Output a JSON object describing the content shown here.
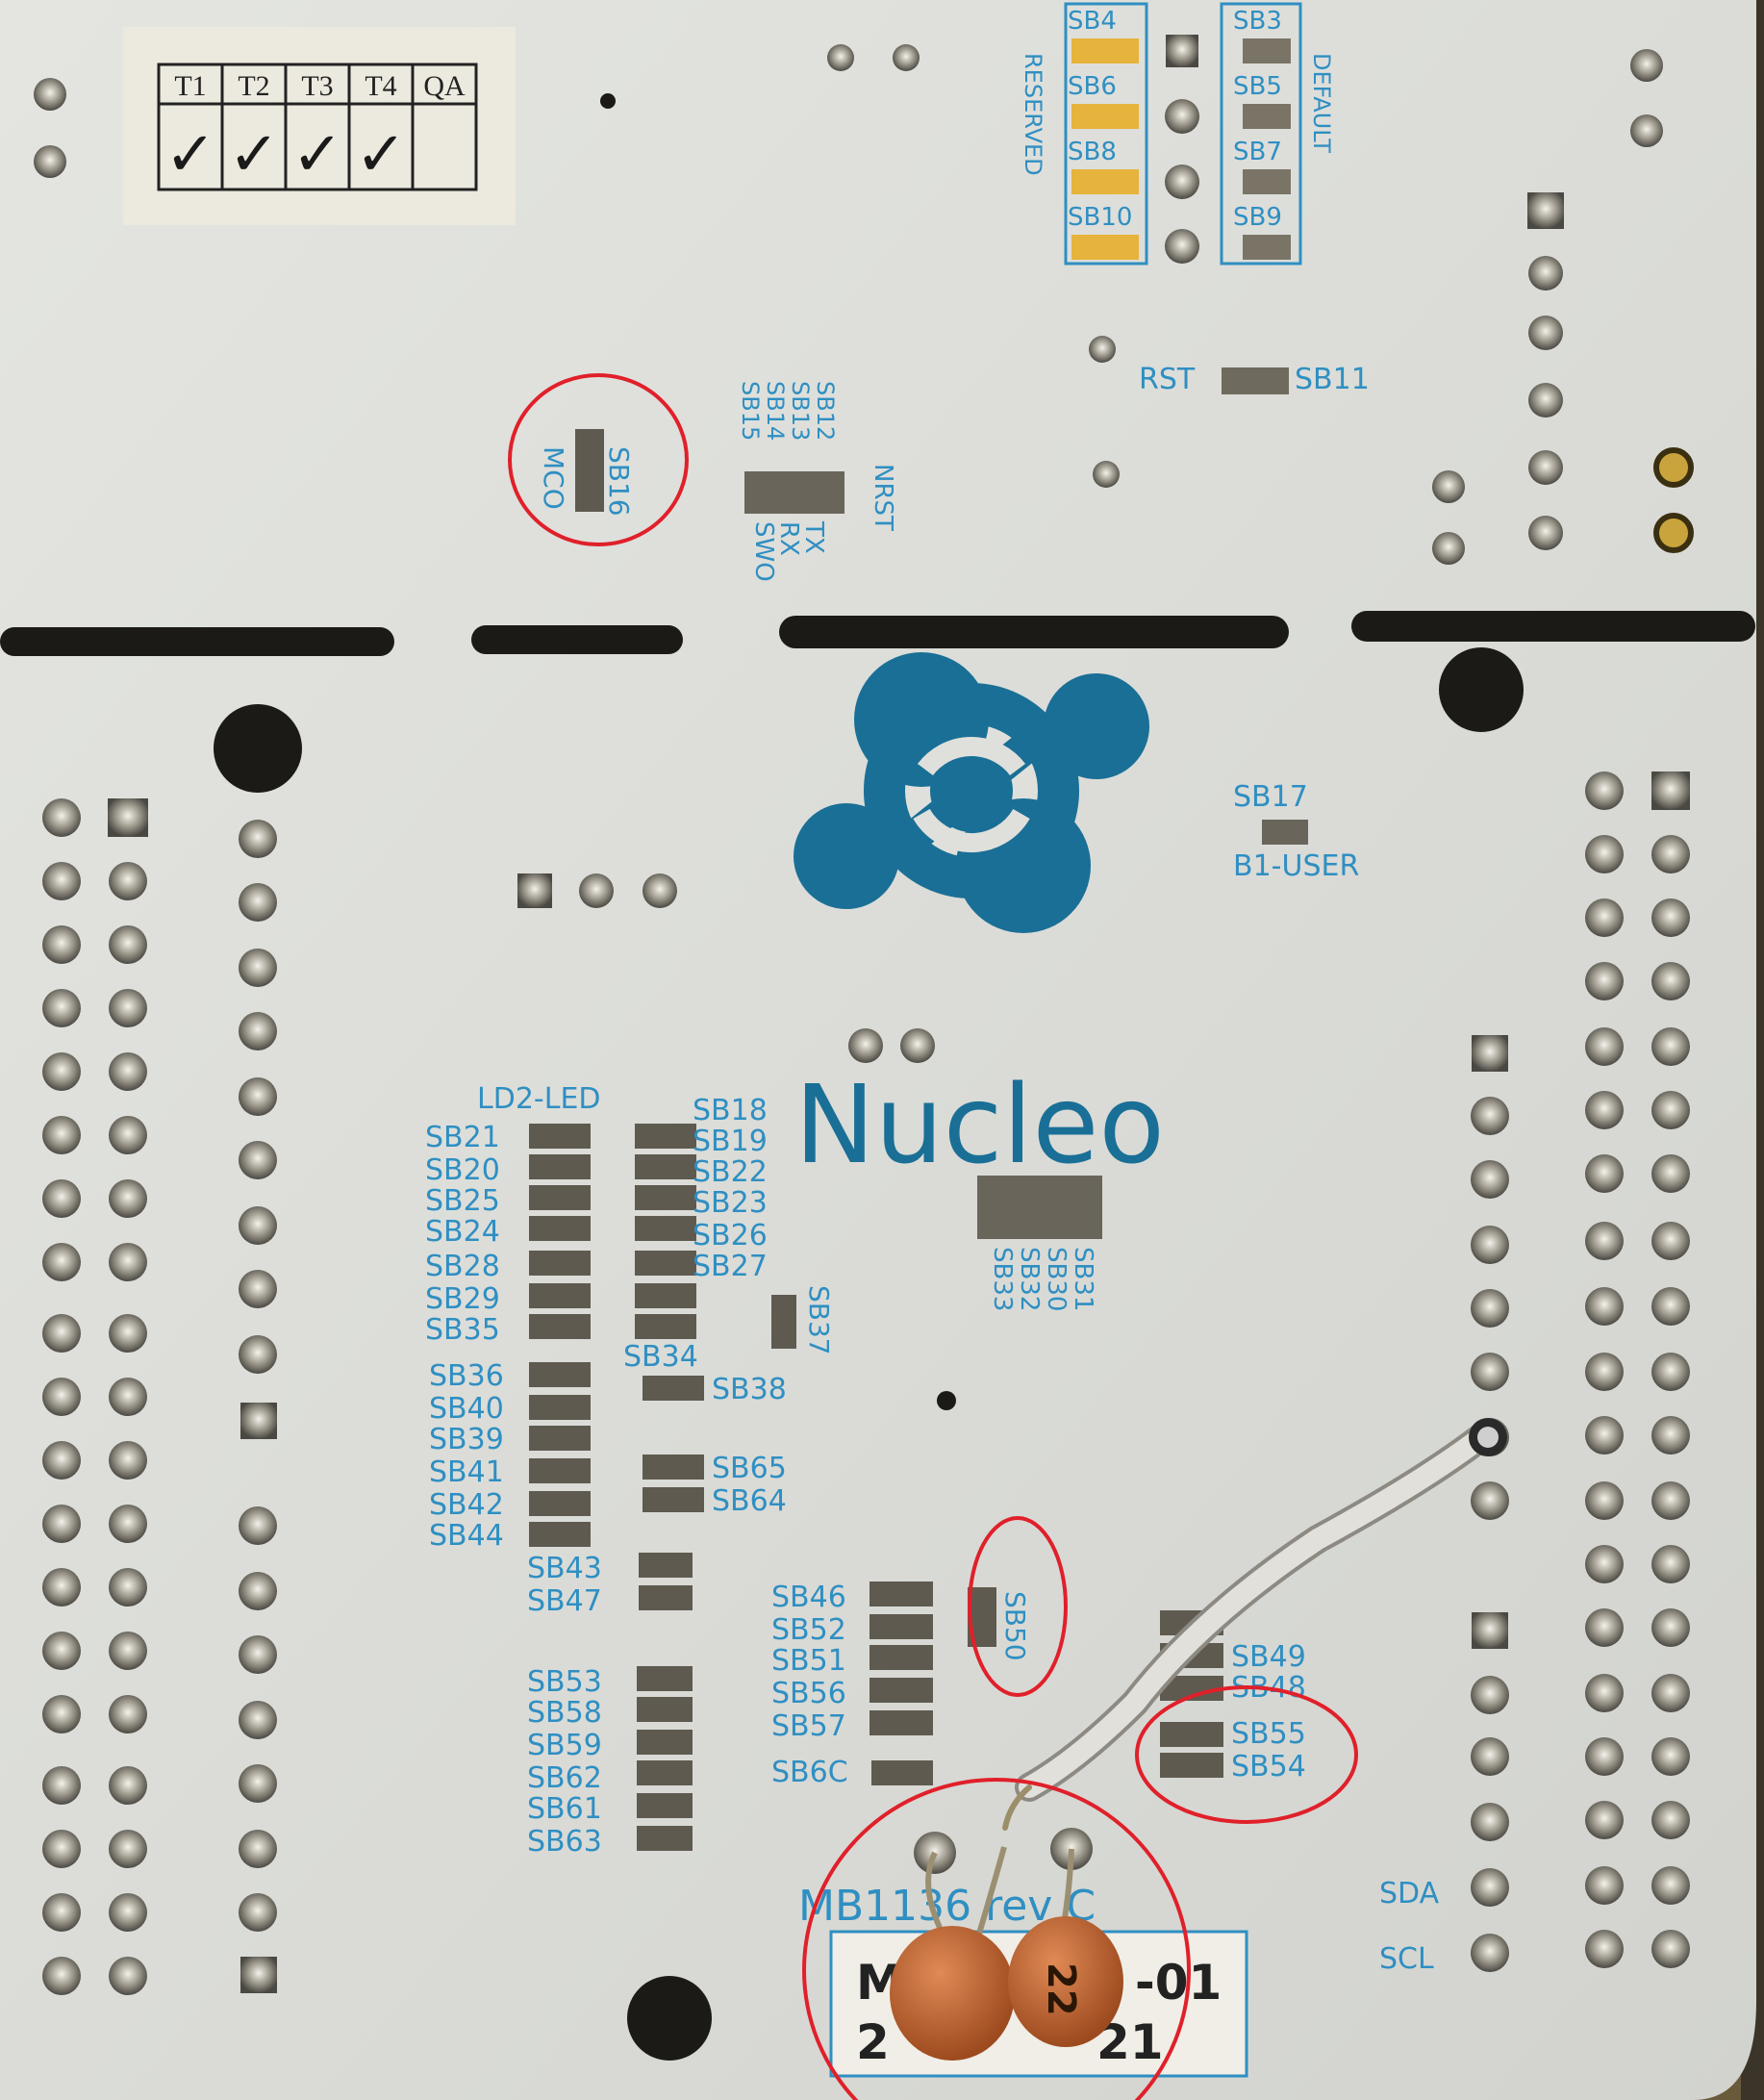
{
  "board": {
    "model": "Nucleo",
    "revision": "MB1136 rev C",
    "sticker_line1": "M",
    "sticker_line1_suffix": "-01",
    "sticker_line2": "2",
    "sticker_line2_suffix": "21"
  },
  "qa_table": {
    "headers": [
      "T1",
      "T2",
      "T3",
      "T4",
      "QA"
    ],
    "marks": [
      "✓",
      "✓",
      "✓",
      "✓",
      ""
    ]
  },
  "top_jumpers": {
    "left": [
      "SB4",
      "SB6",
      "SB8",
      "SB10"
    ],
    "right": [
      "SB3",
      "SB5",
      "SB7",
      "SB9"
    ],
    "left_caption": "RESERVED",
    "right_caption": "DEFAULT"
  },
  "misc_labels": {
    "rst": "RST",
    "sb11": "SB11",
    "sb16": "SB16",
    "mco": "MCO",
    "sb12": "SB12",
    "sb13": "SB13",
    "sb14": "SB14",
    "sb15": "SB15",
    "nrst": "NRST",
    "tx": "TX",
    "rx": "RX",
    "swo": "SWO",
    "sb17": "SB17",
    "b1_user": "B1-USER",
    "ld2": "LD2-LED",
    "sb37": "SB37",
    "sb34": "SB34",
    "sb38": "SB38",
    "sb65": "SB65",
    "sb64": "SB64",
    "sb43": "SB43",
    "sb47": "SB47",
    "sb50": "SB50",
    "sb49": "SB49",
    "sb48": "SB48",
    "sb55": "SB55",
    "sb54": "SB54",
    "sb6c": "SB6C",
    "sda": "SDA",
    "scl": "SCL",
    "sb31": "SB31",
    "sb30": "SB30",
    "sb32": "SB32",
    "sb33": "SB33"
  },
  "left_block_labels": [
    "SB21",
    "SB20",
    "SB25",
    "SB24",
    "SB28",
    "SB29",
    "SB35"
  ],
  "right_block_labels": [
    "SB18",
    "SB19",
    "SB22",
    "SB23",
    "SB26",
    "SB27"
  ],
  "lower_left_labels": [
    "SB36",
    "SB40",
    "SB39",
    "SB41",
    "SB42",
    "SB44"
  ],
  "bottom_left_labels": [
    "SB53",
    "SB58",
    "SB59",
    "SB62",
    "SB61",
    "SB63"
  ],
  "bottom_mid_labels": [
    "SB46",
    "SB52",
    "SB51",
    "SB56",
    "SB57"
  ],
  "capacitor_marking": "22",
  "colors": {
    "pcb": "#dfe0dc",
    "silkscreen": "#2f8fc2",
    "logo": "#1a6f96",
    "highlight_circle": "#e0202a",
    "capacitor": "#c2642e"
  }
}
